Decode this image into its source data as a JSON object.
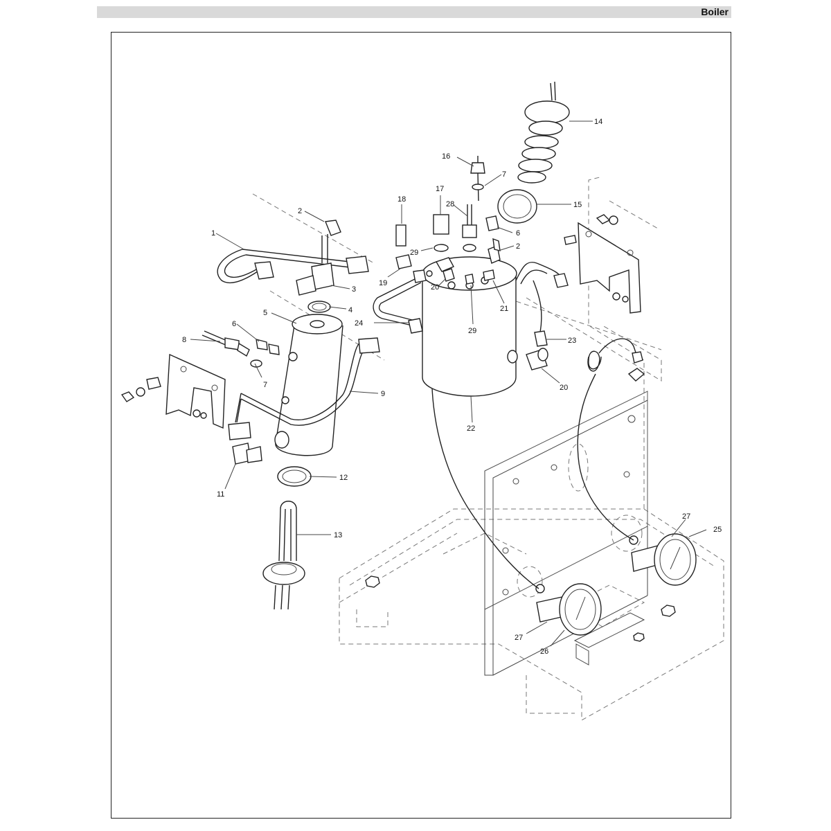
{
  "header": {
    "title": "Boiler"
  },
  "callouts": {
    "c1": "1",
    "c2a": "2",
    "c2b": "2",
    "c3": "3",
    "c4": "4",
    "c5": "5",
    "c6a": "6",
    "c6b": "6",
    "c7a": "7",
    "c7b": "7",
    "c8": "8",
    "c9": "9",
    "c11": "11",
    "c12": "12",
    "c13": "13",
    "c14": "14",
    "c15": "15",
    "c16": "16",
    "c17": "17",
    "c18": "18",
    "c19": "19",
    "c20a": "20",
    "c20b": "20",
    "c21": "21",
    "c22": "22",
    "c23": "23",
    "c24": "24",
    "c25": "25",
    "c26": "26",
    "c27a": "27",
    "c27b": "27",
    "c28": "28",
    "c29a": "29",
    "c29b": "29"
  }
}
